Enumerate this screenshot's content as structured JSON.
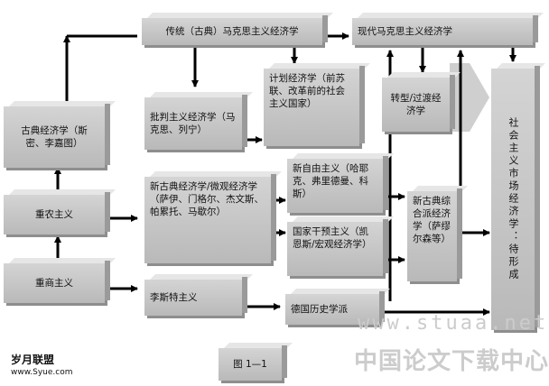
{
  "nodes": {
    "traditional": "传统（古典）马克思主义经济学",
    "modern": "现代马克思主义经济学",
    "planned": "计划经济学（前苏联、改革前的社会主义国家）",
    "critical": "批判主义经济学（马克思、列宁）",
    "classical": "古典经济学（斯密、李嘉图）",
    "transition": "转型/过渡经济学",
    "socialist_market": "社会主义市场经济学：待形成",
    "physiocracy": "重农主义",
    "neoclassical": "新古典经济学/微观经济学（萨伊、门格尔、杰文斯、帕累托、马歇尔）",
    "neoliberal": "新自由主义（哈耶克、弗里德曼、科斯）",
    "neo_synthesis": "新古典综合派经济学（萨缪尔森等）",
    "state_intervention": "国家干预主义（凯恩斯/宏观经济学）",
    "mercantilism": "重商主义",
    "list": "李斯特主义",
    "german_historical": "德国历史学派"
  },
  "figure_caption": "图 1—1",
  "logo": {
    "title": "岁月联盟",
    "url": "www.Syue.com"
  },
  "watermark": {
    "url": "www.stuaa.net",
    "text": "中国论文下载中心"
  },
  "colors": {
    "box": "#c4c4c4",
    "arrow": "#000000",
    "watermark": "#cccccc"
  }
}
